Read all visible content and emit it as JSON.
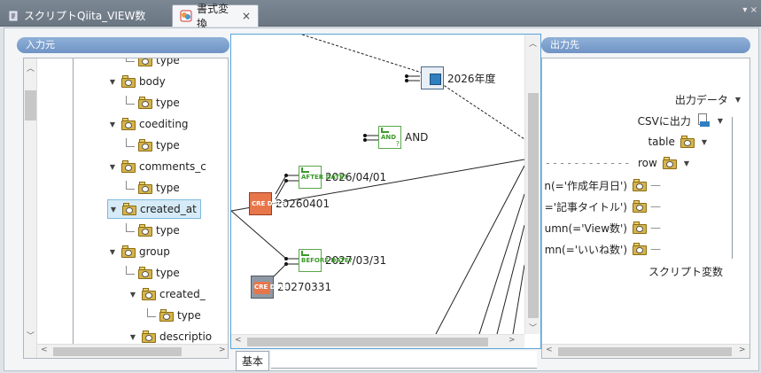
{
  "tabs": [
    {
      "label": "スクリプトQiita_VIEW数",
      "active": false
    },
    {
      "label": "書式変換",
      "active": true
    }
  ],
  "tab_close": "×",
  "tabbar_menu": "▾ ×",
  "input_pane": {
    "title": "入力元",
    "items": [
      {
        "label": "type",
        "kind": "leaf"
      },
      {
        "label": "body",
        "kind": "node"
      },
      {
        "label": "type",
        "kind": "leaf"
      },
      {
        "label": "coediting",
        "kind": "node"
      },
      {
        "label": "type",
        "kind": "leaf"
      },
      {
        "label": "comments_c",
        "kind": "node"
      },
      {
        "label": "type",
        "kind": "leaf"
      },
      {
        "label": "created_at",
        "kind": "node",
        "selected": true
      },
      {
        "label": "type",
        "kind": "leaf"
      },
      {
        "label": "group",
        "kind": "node"
      },
      {
        "label": "type",
        "kind": "leaf"
      },
      {
        "label": "created_",
        "kind": "node"
      },
      {
        "label": "type",
        "kind": "leaf"
      },
      {
        "label": "descriptio",
        "kind": "node"
      }
    ]
  },
  "canvas": {
    "nodes": {
      "year": "2026年度",
      "and": "AND",
      "after": "2026/04/01",
      "create1": "20260401",
      "before": "2027/03/31",
      "create2": "20270331"
    },
    "badges": {
      "and": "AND",
      "after": "AFTER DATE?",
      "before": "BEFORE DATE?",
      "cre": "CRE DATE"
    }
  },
  "bottom_tabs": [
    {
      "label": "基本"
    }
  ],
  "output_pane": {
    "title": "出力先",
    "rows": [
      {
        "label": "出力データ"
      },
      {
        "label": "CSVに出力"
      },
      {
        "label": "table"
      },
      {
        "label": "row"
      },
      {
        "label": "n(='作成年月日')"
      },
      {
        "label": "='記事タイトル')"
      },
      {
        "label": "umn(='View数')"
      },
      {
        "label": "mn(='いいね数')"
      }
    ],
    "script_vars": "スクリプト変数"
  }
}
